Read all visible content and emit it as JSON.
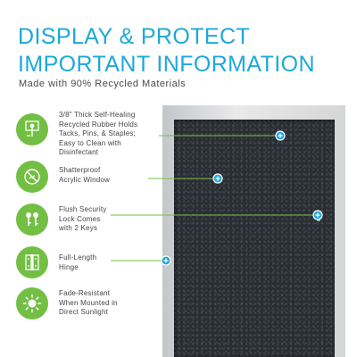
{
  "headline": {
    "line1": "DISPLAY & PROTECT",
    "line2": "IMPORTANT INFORMATION"
  },
  "subheadline": "Made with 90% Recycled Materials",
  "colors": {
    "headline": "#1ea8d9",
    "feature_icon_bg": "#72bf44",
    "callout_line": "#72bf44",
    "callout_marker": "#1ea8d9"
  },
  "features": [
    {
      "icon": "pushpin-icon",
      "lines": [
        "3/8\" Thick Self-Healing",
        "Recycled Rubber Holds",
        "Tacks, Pins, & Staples;",
        "Easy to Clean with",
        "Disinfectant"
      ]
    },
    {
      "icon": "shatterproof-icon",
      "lines": [
        "Shatterproof",
        "Acrylic Window"
      ]
    },
    {
      "icon": "keys-icon",
      "lines": [
        "Flush Security",
        "Lock Comes",
        "with 2 Keys"
      ]
    },
    {
      "icon": "hinge-icon",
      "lines": [
        "Full-Length",
        "Hinge"
      ]
    },
    {
      "icon": "sun-icon",
      "lines": [
        "Fade-Resistant",
        "When Mounted in",
        "Direct Sunlight"
      ]
    }
  ]
}
